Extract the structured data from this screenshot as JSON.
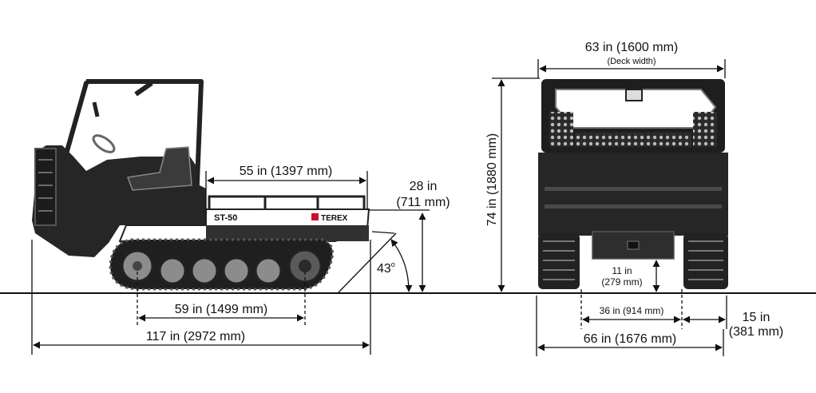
{
  "side_view": {
    "brand_label": "TEREX",
    "model_label": "ST-50",
    "deck_length": "55 in (1397 mm)",
    "deck_height_in": "28 in",
    "deck_height_mm": "(711 mm)",
    "approach_angle": "43",
    "approach_angle_unit": "o",
    "track_length": "59 in (1499 mm)",
    "overall_length": "117 in (2972 mm)"
  },
  "front_view": {
    "deck_width": "63 in (1600 mm)",
    "deck_width_note": "(Deck width)",
    "overall_height": "74 in (1880 mm)",
    "ground_clearance_in": "11 in",
    "ground_clearance_mm": "(279 mm)",
    "inner_track_gap": "36 in (914 mm)",
    "overall_width": "66 in (1676 mm)",
    "track_width_in": "15 in",
    "track_width_mm": "(381 mm)"
  },
  "colors": {
    "line": "#111111",
    "vehicle_dark": "#232323",
    "vehicle_mid": "#3a3a3a",
    "wheel_gray": "#8c8c8c",
    "deck_white": "#ffffff",
    "brand_red": "#c8102e"
  }
}
